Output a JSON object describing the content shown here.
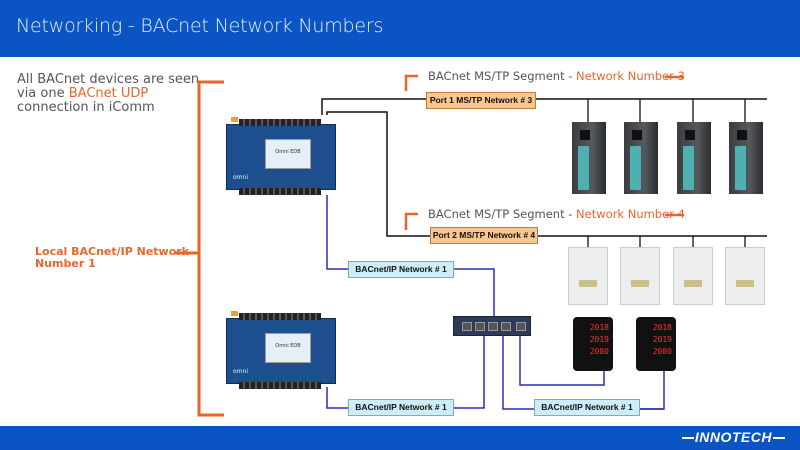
{
  "header": {
    "title": "Networking - BACnet Network Numbers"
  },
  "intro": {
    "line1": "All BACnet devices are seen",
    "line2_prefix": "via one ",
    "line2_highlight": "BACnet UDP",
    "line3": "connection in iComm"
  },
  "local_network": {
    "line1": "Local BACnet/IP Network",
    "line2": "Number 1"
  },
  "segments": [
    {
      "prefix": "BACnet MS/TP Segment - ",
      "highlight": "Network Number 3",
      "port_label": "Port 1 MS/TP Network # 3"
    },
    {
      "prefix": "BACnet MS/TP Segment - ",
      "highlight": "Network Number 4",
      "port_label": "Port 2 MS/TP Network # 4"
    }
  ],
  "ip_links": [
    "BACnet/IP Network # 1",
    "BACnet/IP Network # 1",
    "BACnet/IP Network # 1"
  ],
  "controllers": [
    {
      "brand": "omni",
      "screen_text": "Omni EDB"
    },
    {
      "brand": "omni",
      "screen_text": "Omni EDB"
    }
  ],
  "meters": [
    {
      "readings": [
        "2018",
        "2019",
        "2080"
      ]
    },
    {
      "readings": [
        "2018",
        "2019",
        "2080"
      ]
    }
  ],
  "colors": {
    "brand_blue": "#0a54c4",
    "accent_orange": "#e8662a",
    "ip_wire": "#2a2ac0",
    "mstp_wire": "#111111"
  },
  "footer": {
    "logo": "INNOTECH"
  }
}
